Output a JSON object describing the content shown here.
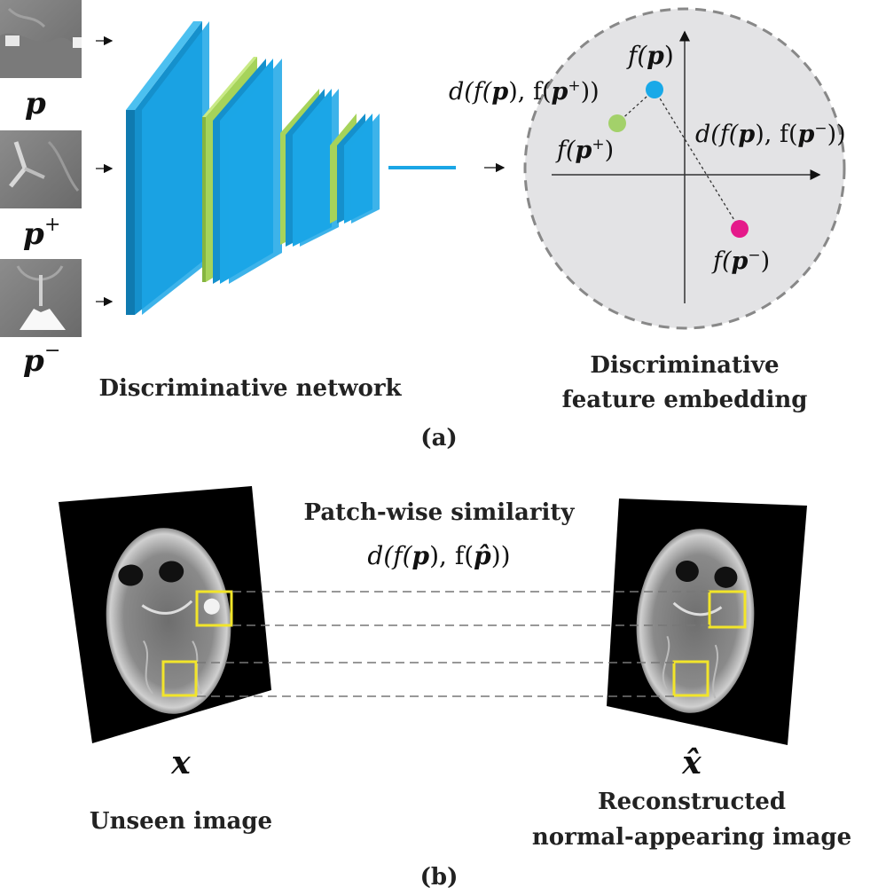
{
  "panel_a": {
    "label": "(a)",
    "patches": [
      {
        "name": "anchor",
        "label": "p",
        "sup": ""
      },
      {
        "name": "positive",
        "label": "p",
        "sup": "+"
      },
      {
        "name": "negative",
        "label": "p",
        "sup": "−"
      }
    ],
    "network_caption": "Discriminative network",
    "embedding_caption_line1": "Discriminative",
    "embedding_caption_line2": "feature embedding",
    "points": {
      "anchor": {
        "label_prefix": "f(",
        "label_var": "p",
        "label_sup": "",
        "label_suffix": ")",
        "color": "#19a9e8"
      },
      "positive": {
        "label_prefix": "f(",
        "label_var": "p",
        "label_sup": "+",
        "label_suffix": ")",
        "color": "#a3d16a"
      },
      "negative": {
        "label_prefix": "f(",
        "label_var": "p",
        "label_sup": "−",
        "label_suffix": ")",
        "color": "#e5198a"
      }
    },
    "dist_pos": {
      "pre": "d(f(",
      "var1": "p",
      "mid": "), f(",
      "var2": "p",
      "sup": "+",
      "post": "))"
    },
    "dist_neg": {
      "pre": "d(f(",
      "var1": "p",
      "mid": "), f(",
      "var2": "p",
      "sup": "−",
      "post": "))"
    }
  },
  "panel_b": {
    "label": "(b)",
    "similarity_title": "Patch-wise similarity",
    "similarity_formula": {
      "pre": "d(f(",
      "var1": "p",
      "mid": "), f(",
      "var2": "p̂",
      "post": "))"
    },
    "input_symbol": "x",
    "input_caption": "Unseen image",
    "output_symbol": "x̂",
    "output_caption_line1": "Reconstructed",
    "output_caption_line2": "normal-appearing image"
  },
  "colors": {
    "layer_blue": "#1ba6e6",
    "layer_green": "#a6d35a",
    "embedding_bg": "#e3e3e5",
    "embedding_border": "#888888",
    "highlight_box": "#f2e52a",
    "text": "#222222"
  }
}
